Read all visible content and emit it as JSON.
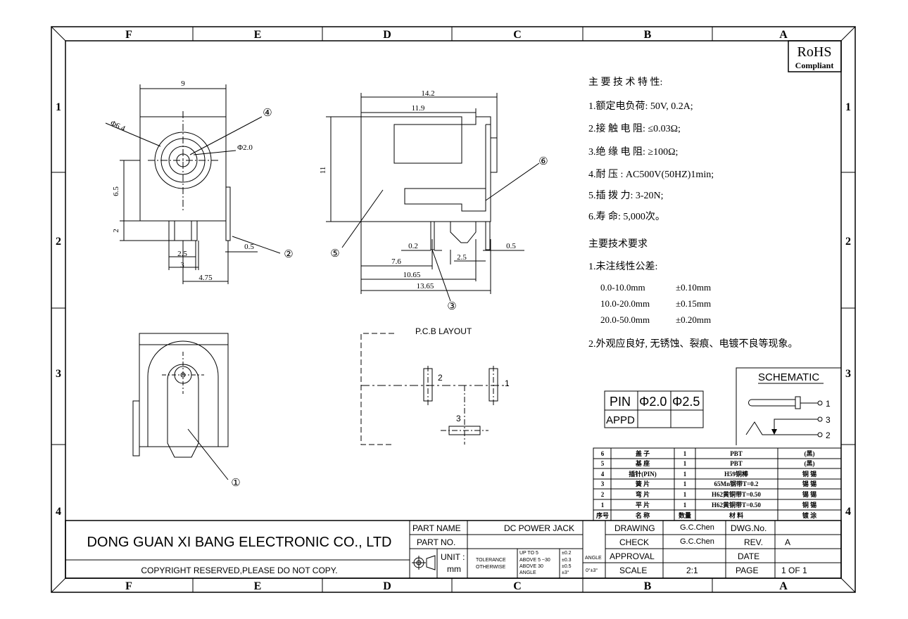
{
  "frame": {
    "cols_top": [
      "F",
      "E",
      "D",
      "C",
      "B",
      "A"
    ],
    "cols_bottom": [
      "F",
      "E",
      "D",
      "C",
      "B",
      "A"
    ],
    "rows_left": [
      "1",
      "2",
      "3",
      "4"
    ],
    "rows_right": [
      "1",
      "2",
      "3",
      "4"
    ]
  },
  "rohs": {
    "line1": "RoHS",
    "line2": "Compliant"
  },
  "specs": {
    "heading": "主 要 技 术 特 性:",
    "items": [
      "1.额定电负荷: 50V, 0.2A;",
      "2.接 触 电 阻: ≤0.03Ω;",
      "3.绝 缘 电 阻: ≥100Ω;",
      "4.耐      压 : AC500V(50HZ)1min;",
      "5.插  拨  力: 3-20N;",
      "6.寿      命: 5,000次。"
    ],
    "req_heading": "主要技术要求",
    "req_1": "1.未注线性公差:",
    "tolerances": [
      {
        "range": "0.0-10.0mm",
        "tol": "±0.10mm"
      },
      {
        "range": "10.0-20.0mm",
        "tol": "±0.15mm"
      },
      {
        "range": "20.0-50.0mm",
        "tol": "±0.20mm"
      }
    ],
    "req_2": "2.外观应良好, 无锈蚀、裂痕、电镀不良等现象。"
  },
  "dims_front": {
    "d9": "9",
    "d64": "Φ6.4",
    "d20": "Φ2.0",
    "d65": "6.5",
    "d2": "2",
    "d25": "2.5",
    "d3": "3",
    "d475": "4.75",
    "d05": "0.5",
    "c4": "④",
    "c2": "②"
  },
  "dims_side": {
    "d142": "14.2",
    "d119": "11.9",
    "d11": "11",
    "d02": "0.2",
    "d25": "2.5",
    "d05": "0.5",
    "d76": "7.6",
    "d1065": "10.65",
    "d1365": "13.65",
    "c6": "⑥",
    "c5": "⑤",
    "c3": "③"
  },
  "bottom_view": {
    "c1": "①"
  },
  "pcb": {
    "title": "P.C.B LAYOUT",
    "p1": "1",
    "p2": "2",
    "p3": "3"
  },
  "pin_table": {
    "h1": "PIN",
    "h2": "Φ2.0",
    "h3": "Φ2.5",
    "r1": "APPD"
  },
  "schematic": {
    "title": "SCHEMATIC",
    "p1": "1",
    "p2": "2",
    "p3": "3"
  },
  "bom": {
    "rows": [
      {
        "no": "6",
        "name": "盖    子",
        "qty": "1",
        "mat": "PBT",
        "finish": "(黑)"
      },
      {
        "no": "5",
        "name": "基    座",
        "qty": "1",
        "mat": "PBT",
        "finish": "(黑)"
      },
      {
        "no": "4",
        "name": "插针(PIN)",
        "qty": "1",
        "mat": "H59铜棒",
        "finish": "铜 锡"
      },
      {
        "no": "3",
        "name": "簧    片",
        "qty": "1",
        "mat": "65Mn钢带T=0.2",
        "finish": "锡 锡"
      },
      {
        "no": "2",
        "name": "弯    片",
        "qty": "1",
        "mat": "H62黄铜带T=0.50",
        "finish": "锡 锡"
      },
      {
        "no": "1",
        "name": "平    片",
        "qty": "1",
        "mat": "H62黄铜带T=0.50",
        "finish": "铜 锡"
      }
    ],
    "header": {
      "no": "序号",
      "name": "名    称",
      "qty": "数量",
      "mat": "材    料",
      "finish": "镀    涂"
    }
  },
  "title_block": {
    "company": "DONG GUAN XI BANG ELECTRONIC CO., LTD",
    "copyright": "COPYRIGHT RESERVED,PLEASE DO NOT COPY.",
    "part_name_label": "PART NAME",
    "part_name": "DC POWER JACK",
    "part_no_label": "PART NO.",
    "unit_label": "UNIT :",
    "unit": "mm",
    "tol_label1": "TOLERANCE",
    "tol_label2": "OTHERWISE",
    "tol_r1": "UP TO 5",
    "tol_r2": "ABOVE 5 ~30",
    "tol_r3": "ABOVE 30",
    "tol_r4": "ANGLE",
    "tol_v1": "±0.2",
    "tol_v2": "±0.3",
    "tol_v3": "±0.5",
    "tol_v4": "±3°",
    "angle_label": "ANGLE",
    "angle_val": "0°±3°",
    "drawing_label": "DRAWING",
    "drawing_by": "G.C.Chen",
    "check_label": "CHECK",
    "check_by": "G.C.Chen",
    "approval_label": "APPROVAL",
    "scale_label": "SCALE",
    "scale": "2:1",
    "dwg_no_label": "DWG.No.",
    "rev_label": "REV.",
    "rev": "A",
    "date_label": "DATE",
    "page_label": "PAGE",
    "page": "1 OF 1"
  }
}
